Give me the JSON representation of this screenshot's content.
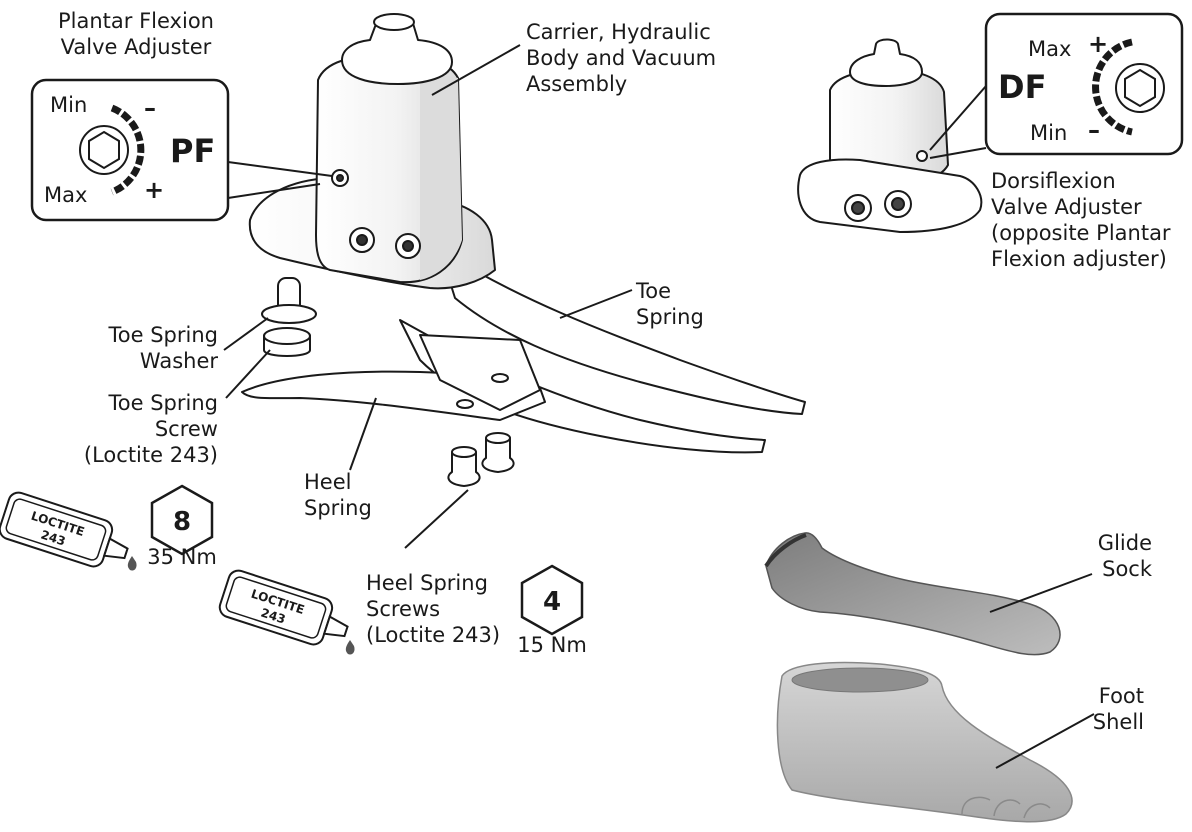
{
  "labels": {
    "plantar_flexion_adjuster": [
      "Plantar Flexion",
      "Valve Adjuster"
    ],
    "carrier_assembly": [
      "Carrier, Hydraulic",
      "Body and Vacuum",
      "Assembly"
    ],
    "toe_spring": [
      "Toe",
      "Spring"
    ],
    "toe_spring_washer": [
      "Toe Spring",
      "Washer"
    ],
    "toe_spring_screw": [
      "Toe Spring",
      "Screw",
      "(Loctite 243)"
    ],
    "heel_spring": [
      "Heel",
      "Spring"
    ],
    "heel_spring_screws": [
      "Heel Spring",
      "Screws",
      "(Loctite 243)"
    ],
    "dorsiflexion_adjuster": [
      "Dorsiflexion",
      "Valve Adjuster",
      "(opposite Plantar",
      "Flexion adjuster)"
    ],
    "glide_sock": [
      "Glide",
      "Sock"
    ],
    "foot_shell": [
      "Foot",
      "Shell"
    ]
  },
  "pf_dial": {
    "code": "PF",
    "min": "Min",
    "max": "Max",
    "minus": "–",
    "plus": "+"
  },
  "df_dial": {
    "code": "DF",
    "min": "Min",
    "max": "Max",
    "minus": "–",
    "plus": "+"
  },
  "toe_screw_torque": {
    "hex_size": "8",
    "torque": "35 Nm",
    "bottle_text": [
      "LOCTITE",
      "243"
    ]
  },
  "heel_screw_torque": {
    "hex_size": "4",
    "torque": "15 Nm",
    "bottle_text": [
      "LOCTITE",
      "243"
    ]
  },
  "colors": {
    "ink": "#1a1a1a",
    "metal": "#f2f2f2",
    "shell": "#b5b5b5",
    "sock": "#9a9a9a"
  }
}
